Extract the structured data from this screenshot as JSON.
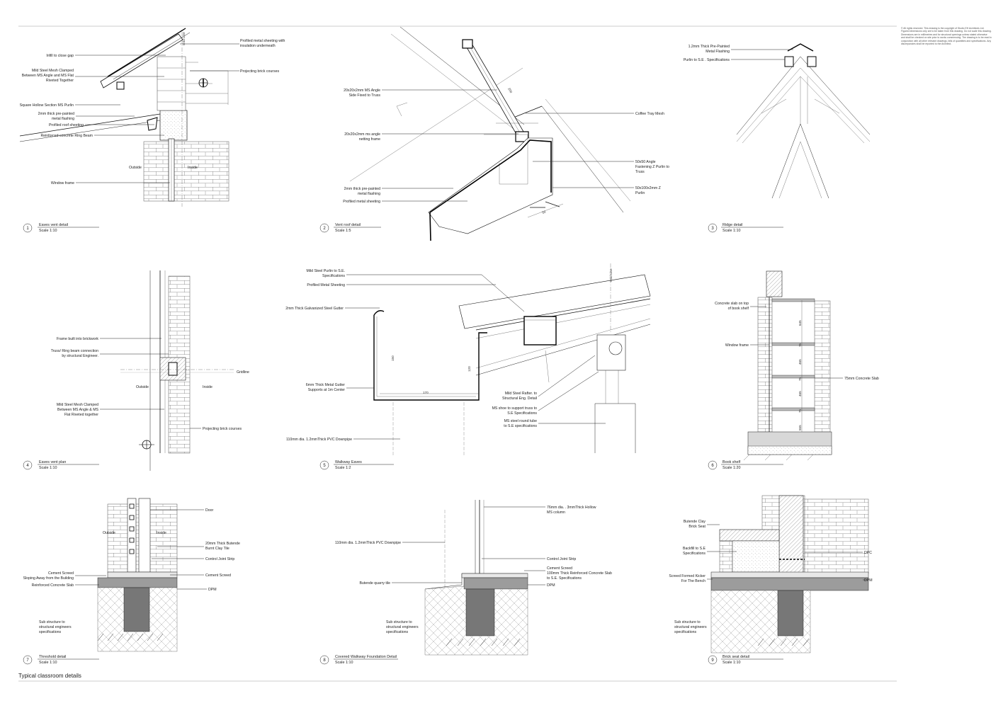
{
  "copyright": "© All rights reserved. This drawing is the copyright of Studio EH Architects Ltd. Figured dimensions only are to be taken from this drawing. Do not scale this drawing. Dimensions are in millimetres and for structural openings unless stated otherwise and shall be checked on site prior to works commencing. The drawing is to be read in conjunction with all other relevant drawings, bills of quantities and specifications. Any discrepancies shall be reported to the Architect.",
  "sheet_title": "Typical classroom details",
  "details": [
    {
      "num": "1",
      "title": "Eaves vent detail",
      "scale": "Scale 1:10"
    },
    {
      "num": "2",
      "title": "Vent roof detail",
      "scale": "Scale 1:5"
    },
    {
      "num": "3",
      "title": "Ridge detail",
      "scale": "Scale 1:10"
    },
    {
      "num": "4",
      "title": "Eaves vent plan",
      "scale": "Scale 1:10"
    },
    {
      "num": "5",
      "title": "Walkway Eaves",
      "scale": "Scale 1:2"
    },
    {
      "num": "6",
      "title": "Book shelf",
      "scale": "Scale 1:20"
    },
    {
      "num": "7",
      "title": "Threshold detail",
      "scale": "Scale 1:10"
    },
    {
      "num": "8",
      "title": "Covered Walkway Foundation Detail",
      "scale": "Scale 1:10"
    },
    {
      "num": "9",
      "title": "Brick seat detail",
      "scale": "Scale 1:10"
    }
  ],
  "labels": {
    "d1": {
      "infill": "Infill to close gap",
      "mesh_1": "Mild Steel Mesh Clamped",
      "mesh_2": "Between MS Angle and MS Flat",
      "mesh_3": "Riveted Together",
      "purlin": "Square Hollow Section MS Purlin",
      "flash_1": "2mm thick pre-painted",
      "flash_2": "metal flashing",
      "sheeting": "Profiled roof sheeting",
      "ringbeam": "Reinforced concrete Ring Beam",
      "outside": "Outside",
      "inside": "Inside",
      "window": "Window frame",
      "metal_1": "Profiled metal sheeting with",
      "metal_2": "insulation underneath",
      "projecting": "Projecting brick courses",
      "gridline": "Grid Line"
    },
    "d2": {
      "angle_1": "20x20x2mm MS Angle",
      "angle_2": "Side Fixed to Truss",
      "netting_1": "20x20x2mm ms angle",
      "netting_2": "netting frame",
      "flash_1": "2mm thick pre-painted",
      "flash_2": "metal flashing",
      "sheeting": "Profiled metal sheeting",
      "coffee": "Coffee Tray Mesh",
      "zpurlin_1": "50x50 Angle",
      "zpurlin_2": "Fastening Z Purlin to",
      "zpurlin_3": "Truss",
      "z2_1": "50x100x2mm Z",
      "z2_2": "Purlin",
      "dim_200": "200",
      "dim_50": "50"
    },
    "d3": {
      "flash_1": "1.2mm Thick Pre-Painted",
      "flash_2": "Metal Flashing",
      "purlin": "Purlin to S.E . Specifications"
    },
    "d4": {
      "frame": "Frame built into brickwork",
      "truss_1": "Truss/ Ring beam connection",
      "truss_2": "by structural Engineer.",
      "outside": "Outside",
      "inside": "Inside",
      "gridline": "Gridline",
      "mesh_1": "Mild Steel Mesh Clamped",
      "mesh_2": "Between MS Angle & MS",
      "mesh_3": "Flat Riveted together",
      "projecting": "Projecting brick courses"
    },
    "d5": {
      "purlin_1": "Mild Steel Purlin to S.E.",
      "purlin_2": "Specifications",
      "sheeting": "Profiled Metal Sheeting",
      "gutter": "2mm Thick Galvanized Steel Gutter",
      "supports_1": "6mm Thick Metal Gutter",
      "supports_2": "Supports at 1m Center",
      "downpipe": "110mm dia. 1.2mmThick PVC Downpipe",
      "rafter_1": "Mild Steel Rafter. to",
      "rafter_2": "Structural Eng. Detail",
      "shoe_1": "MS shoe to support truss to",
      "shoe_2": "S.E Specifications",
      "tube_1": "MS steel round tube",
      "tube_2": "to S.E specifications",
      "gridline": "Grid Line",
      "dim_150": "150",
      "dim_120": "120",
      "dim_170": "170"
    },
    "d6": {
      "slab_1": "Concrete slab on top",
      "slab_2": "of book shelf",
      "window": "Window frame",
      "concrete": "75mm Concrete Slab",
      "dim_645": "645",
      "dim_75a": "75",
      "dim_465a": "465",
      "dim_75b": "75",
      "dim_465b": "465",
      "dim_75c": "75",
      "dim_555": "555"
    },
    "d7": {
      "door": "Door",
      "outside": "Outside",
      "inside": "Inside",
      "tile_1": "20mm Thick Butende",
      "tile_2": "Burnt Clay Tile",
      "joint": "Control Joint Strip",
      "screed_r": "Cement Screed",
      "screed_l1": "Cement Screed",
      "screed_l2": "Sloping Away from the Building",
      "slab": "Reinforced Concrete Slab",
      "dpm": "DPM",
      "sub_1": "Sub structure to",
      "sub_2": "structural engineers",
      "sub_3": "specifications"
    },
    "d8": {
      "column_1": "76mm dia. . 3mmThick Hollow",
      "column_2": "MS column",
      "downpipe": "110mm dia. 1.2mmThick PVC Downpipe",
      "joint": "Control Joint Strip",
      "screed": "Cement Screed",
      "slab_1": "100mm Thick Reinforced Concrete Slab",
      "slab_2": "to S.E. Specifications",
      "dpm": "DPM",
      "tile": "Butende quarry tile",
      "sub_1": "Sub structure to",
      "sub_2": "structural engineers",
      "sub_3": "specifications"
    },
    "d9": {
      "seat_1": "Butende Clay",
      "seat_2": "Brick Seat",
      "backfill_1": "Backfill to S.E",
      "backfill_2": "Specifications",
      "dpc": "DPC",
      "kicker_1": "Screed Formed Kicker",
      "kicker_2": "For The Bench",
      "dpm": "DPM",
      "sub_1": "Sub structure to",
      "sub_2": "structural engineers",
      "sub_3": "specifications"
    }
  }
}
